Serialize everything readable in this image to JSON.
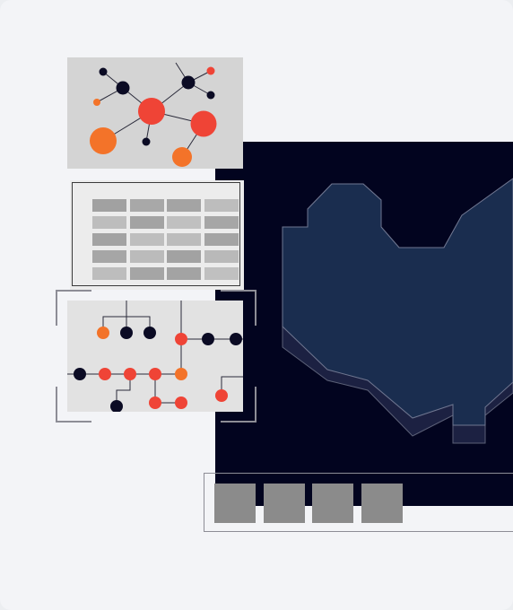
{
  "colors": {
    "navy": "#02041f",
    "region_fill": "#1a2d4f",
    "region_shadow": "#1c2142",
    "node_red": "#ef4436",
    "node_orange": "#f37329",
    "node_dark": "#0b0b24",
    "tile_gray": "#8b8b8b"
  },
  "icons": {
    "network": "network-graph-icon",
    "table": "data-table-icon",
    "tree": "hierarchy-tree-icon",
    "map": "region-map-icon"
  },
  "tiles": [
    "tile-1",
    "tile-2",
    "tile-3",
    "tile-4"
  ],
  "table": {
    "rows": 5,
    "cols": 4
  }
}
